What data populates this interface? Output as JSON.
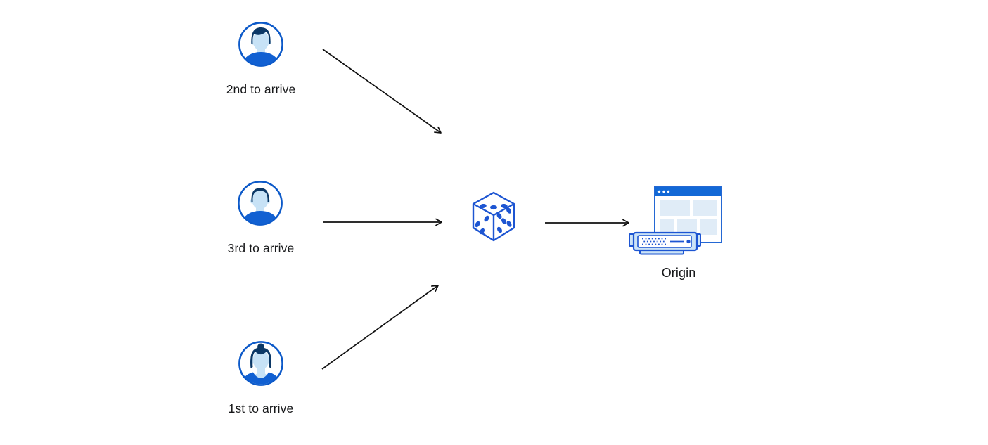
{
  "diagram": {
    "clients": [
      {
        "label": "2nd to arrive",
        "icon": "male-avatar-icon"
      },
      {
        "label": "3rd to arrive",
        "icon": "male-avatar-2-icon"
      },
      {
        "label": "1st to arrive",
        "icon": "female-avatar-icon"
      }
    ],
    "randomizer": {
      "icon": "dice-icon"
    },
    "origin": {
      "label": "Origin",
      "icon": "origin-server-icon"
    },
    "connections": [
      {
        "from": "client-2nd-to-arrive",
        "to": "dice-randomizer"
      },
      {
        "from": "client-3rd-to-arrive",
        "to": "dice-randomizer"
      },
      {
        "from": "client-1st-to-arrive",
        "to": "dice-randomizer"
      },
      {
        "from": "dice-randomizer",
        "to": "origin-server"
      }
    ],
    "colors": {
      "outline_blue": "#1d55d2",
      "avatar_ring_blue": "#0d5ac9",
      "hair_navy": "#0c3866",
      "shirt_blue": "#1160d2",
      "skin_light_blue": "#c7e2f6",
      "browser_titlebar_blue": "#1268d6",
      "browser_panel_blue": "#e0ecf7",
      "server_fill_blue": "#cbe3f7",
      "arrow_black": "#111111",
      "label_color": "#17181a"
    }
  }
}
